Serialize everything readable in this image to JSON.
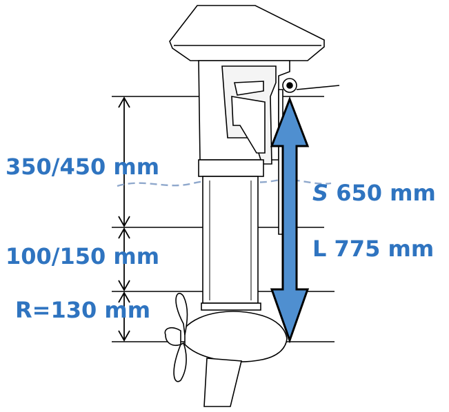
{
  "colors": {
    "label_blue": "#2f74c0",
    "arrow_fill": "#4f8fd0",
    "line": "#000000",
    "waterline": "#8fa8cc"
  },
  "labels": {
    "shaft_transom": "350/450 mm",
    "prop_depth": "100/150 mm",
    "prop_radius": "R=130 mm",
    "shaft_short_prefix": "S",
    "shaft_short_value": " 650 mm",
    "shaft_long": "L 775 mm"
  },
  "icons": {
    "motor": "outboard-motor-icon",
    "arrow": "double-arrow-icon"
  }
}
